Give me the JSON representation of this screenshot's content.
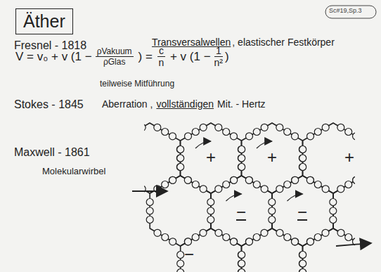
{
  "diagram": {
    "title": "Äther",
    "labels": [
      "Sc#19,Sp.3",
      "Fresnel - 1818",
      "Transversalwellen",
      ", elastischer Festkörper",
      "V = v₀ + v (1 −",
      "ρVakuum",
      "ρGlas",
      ") =",
      "c",
      "n",
      "+ v (1 −",
      "1",
      "n²",
      ")",
      "teilweise Mitführung",
      "Stokes - 1845",
      "Aberration ,",
      "vollständigen",
      "Mit. - Hertz",
      "Maxwell - 1861",
      "Molekularwirbel",
      "+",
      "+",
      "+",
      "−",
      "−",
      "−"
    ]
  }
}
